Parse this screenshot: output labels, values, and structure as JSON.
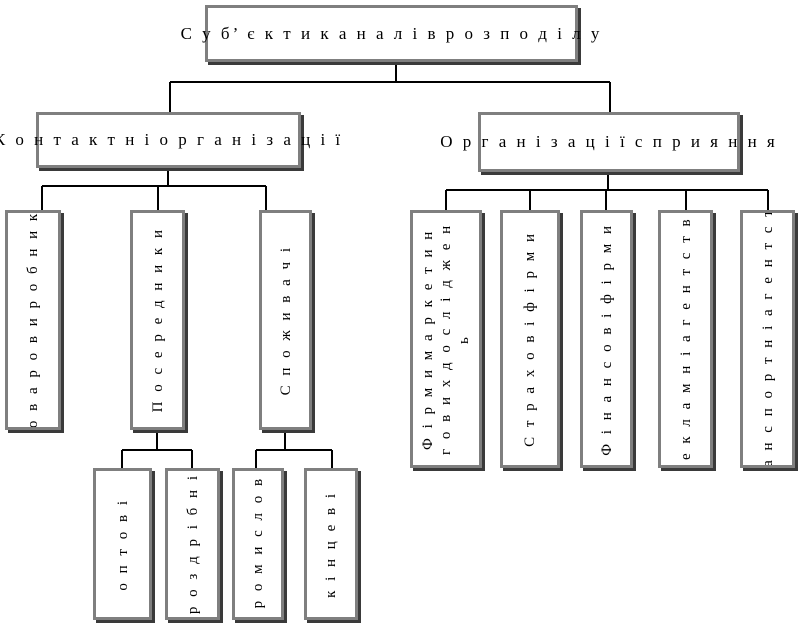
{
  "root": "С у б’ є к т и  к а н а л і в  р о з п о д і л у",
  "groups": {
    "contact": "К о н т а к т н і  о р г а н і з а ц і ї",
    "support": "О р г а н і з а ц і ї с п р и я н н я"
  },
  "contact_items": {
    "producers": "Т о в а р о в и р о б н и к и",
    "intermediaries": "П о с е р е д н и к и",
    "consumers": "С п о ж и в а ч і"
  },
  "intermediary_types": {
    "wholesale": "о п т о в і",
    "retail": "р о з д р і б н і"
  },
  "consumer_types": {
    "industrial": "п р о м и с л о в і",
    "final": "к і н ц е в і"
  },
  "support_items": {
    "research": "Ф і р м и  м а р к е т и н г о в и х  д о с л і д ж е н ь",
    "insurance": "С т р а х о в і ф і р м и",
    "financial": "Ф і н а н с о в і ф і р м и",
    "advertising": "Р е к л а м н і а г е н т с т в а",
    "transport": "Т р а н с п о р т н і а г е н т с т в а"
  }
}
